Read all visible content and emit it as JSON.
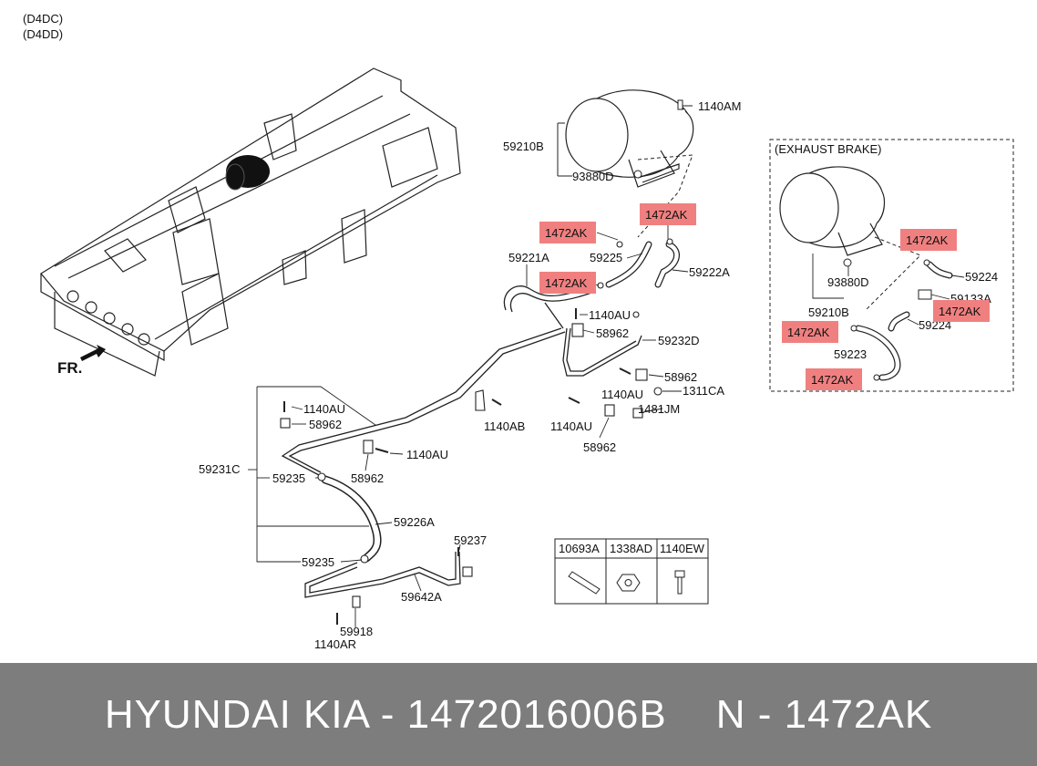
{
  "variants": [
    "(D4DC)",
    "(D4DD)"
  ],
  "front_indicator": "FR.",
  "inset_title": "(EXHAUST BRAKE)",
  "labels": {
    "l_1140AM": "1140AM",
    "l_59210B": "59210B",
    "l_93880D": "93880D",
    "l_59225": "59225",
    "l_59221A": "59221A",
    "l_59222A": "59222A",
    "l_1140AU_a": "1140AU",
    "l_58962_a": "58962",
    "l_59232D": "59232D",
    "l_58962_b": "58962",
    "l_1140AU_b": "1140AU",
    "l_1311CA": "1311CA",
    "l_1140AU_c": "1140AU",
    "l_1481JM": "1481JM",
    "l_58962_c": "58962",
    "l_1140AB": "1140AB",
    "l_1140AU_d": "1140AU",
    "l_58962_d": "58962",
    "l_1140AU_e": "1140AU",
    "l_58962_e": "58962",
    "l_59231C": "59231C",
    "l_59235_a": "59235",
    "l_59226A": "59226A",
    "l_59235_b": "59235",
    "l_59237": "59237",
    "l_59642A": "59642A",
    "l_59918": "59918",
    "l_1140AR": "1140AR",
    "i_59224_a": "59224",
    "i_59133A": "59133A",
    "i_93880D": "93880D",
    "i_59210B": "59210B",
    "i_59224_b": "59224",
    "i_59223": "59223"
  },
  "highlighted": {
    "h1": "1472AK",
    "h2": "1472AK",
    "h3": "1472AK",
    "h4": "1472AK",
    "h5": "1472AK",
    "h6": "1472AK",
    "h7": "1472AK"
  },
  "legend_table": {
    "headers": [
      "10693A",
      "1338AD",
      "1140EW"
    ],
    "icons": [
      "pin-icon",
      "nut-icon",
      "bolt-icon"
    ]
  },
  "footer": {
    "brand": "HYUNDAI KIA - 1472016006B",
    "part": "N - 1472AK"
  },
  "colors": {
    "highlight": "#f08080",
    "footer_bg": "#7d7d7d",
    "footer_text": "#ffffff",
    "line": "#222222"
  }
}
